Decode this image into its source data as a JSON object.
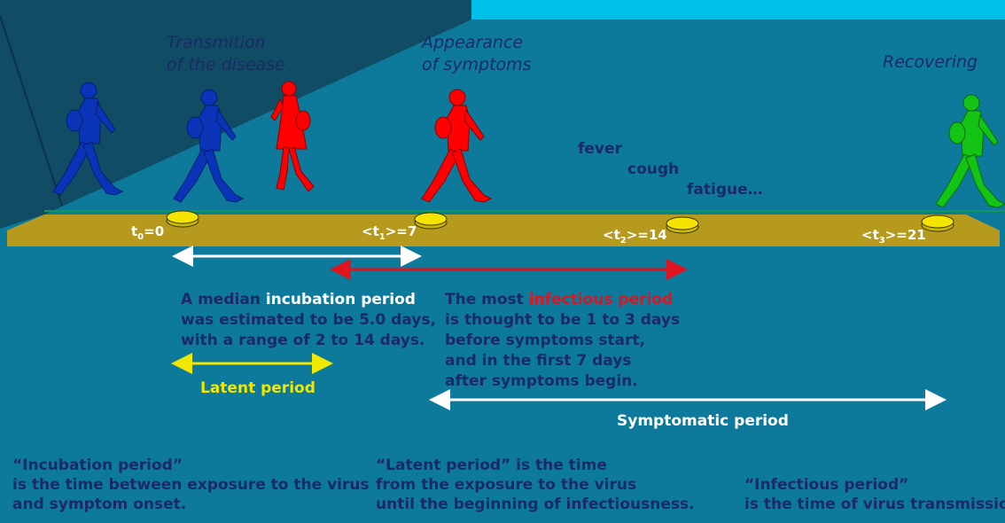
{
  "colors": {
    "background": "#0d7a9c",
    "ceiling": "#00c0e8",
    "wall": "#104c63",
    "floor": "#b59a1e",
    "coin": "#f5e400",
    "text_dark": "#1b2a66",
    "infected_red": "#ff0000",
    "healthy_blue": "#0a34b8",
    "recovered_green": "#14c414",
    "white_arrow": "#ffffff",
    "red_arrow": "#e0141e",
    "yellow_arrow": "#f0e800"
  },
  "stages": {
    "transmission": [
      "Transmition",
      "of the disease"
    ],
    "appearance": [
      "Appearance",
      "of symptoms"
    ],
    "recovering": "Recovering"
  },
  "symptoms": [
    "fever",
    "cough",
    "fatigue…"
  ],
  "timeline": {
    "t0": {
      "sym": "t",
      "sub": "0",
      "tail": "=0"
    },
    "t1": {
      "sym": "<t",
      "sub": "1",
      "tail": ">=7"
    },
    "t2": {
      "sym": "<t",
      "sub": "2",
      "tail": ">=14"
    },
    "t3": {
      "sym": "<t",
      "sub": "3",
      "tail": ">=21"
    }
  },
  "incubation": {
    "lead": "A median ",
    "highlight": "incubation period",
    "lines": [
      "was estimated to be 5.0 days,",
      "with a range of 2 to 14 days."
    ]
  },
  "infectious": {
    "lead": "The most ",
    "highlight": "infectious period",
    "lines": [
      "is thought to be 1 to 3 days",
      "before symptoms start,",
      "and in the first 7 days",
      "after symptoms begin."
    ]
  },
  "periods": {
    "latent": "Latent period",
    "symptomatic": "Symptomatic period"
  },
  "definitions": {
    "incubation": [
      "“Incubation period”",
      "is the time between exposure to the virus",
      "and symptom onset."
    ],
    "latent": [
      "“Latent period” is the time",
      "from the exposure to the virus",
      "until the beginning of infectiousness."
    ],
    "infectious": [
      "“Infectious period”",
      "is the time of virus transmission."
    ]
  }
}
